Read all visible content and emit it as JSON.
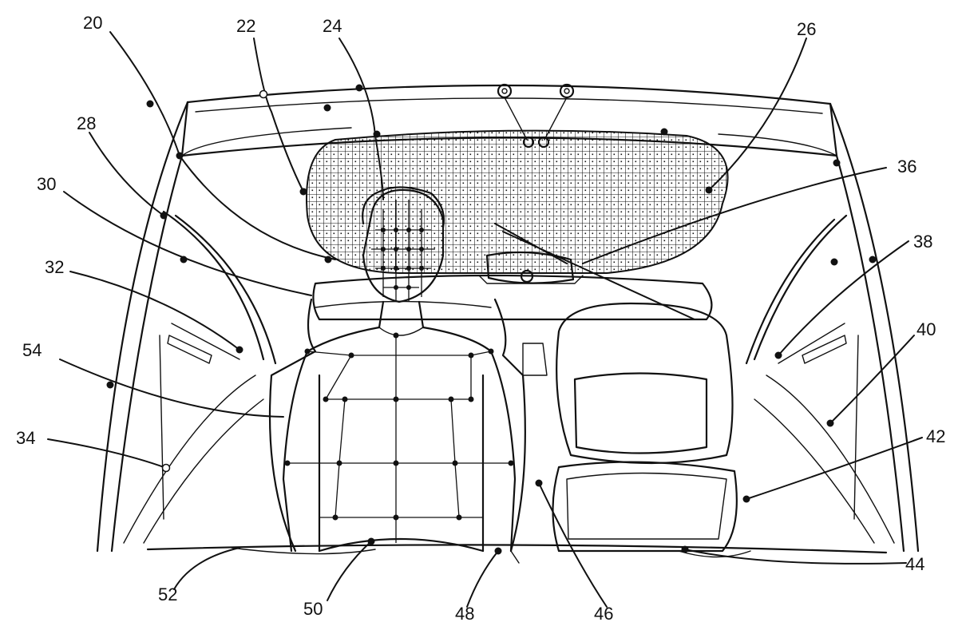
{
  "figure": {
    "reference_numerals": [
      {
        "id": "r20",
        "text": "20"
      },
      {
        "id": "r22",
        "text": "22"
      },
      {
        "id": "r24",
        "text": "24"
      },
      {
        "id": "r26",
        "text": "26"
      },
      {
        "id": "r28",
        "text": "28"
      },
      {
        "id": "r30",
        "text": "30"
      },
      {
        "id": "r32",
        "text": "32"
      },
      {
        "id": "r34",
        "text": "34"
      },
      {
        "id": "r36",
        "text": "36"
      },
      {
        "id": "r38",
        "text": "38"
      },
      {
        "id": "r40",
        "text": "40"
      },
      {
        "id": "r42",
        "text": "42"
      },
      {
        "id": "r44",
        "text": "44"
      },
      {
        "id": "r46",
        "text": "46"
      },
      {
        "id": "r48",
        "text": "48"
      },
      {
        "id": "r50",
        "text": "50"
      },
      {
        "id": "r52",
        "text": "52"
      },
      {
        "id": "r54",
        "text": "54"
      }
    ]
  }
}
